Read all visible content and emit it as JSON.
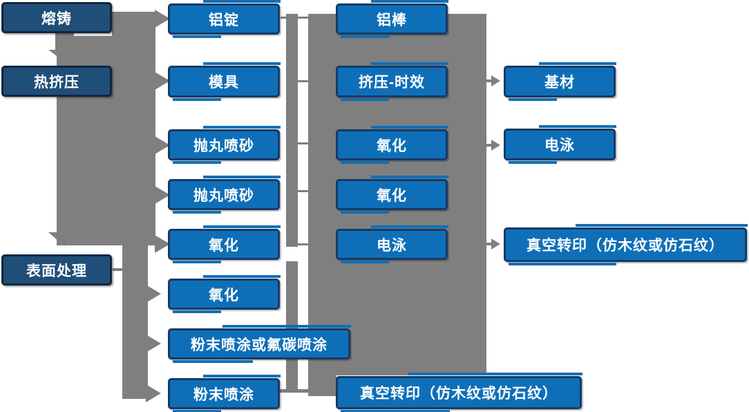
{
  "diagram": {
    "description_colors": {
      "dark_box_fill": "#1F4E79",
      "bright_box_fill": "#0E6FB8",
      "box_border": "#173A63",
      "connector_gray": "#7F7F7F",
      "label_text": "#FFFFFF"
    },
    "nodes": [
      {
        "label": "熔铸",
        "type": "dark"
      },
      {
        "label": "热挤压",
        "type": "dark"
      },
      {
        "label": "表面处理",
        "type": "dark"
      },
      {
        "label": "铝锭",
        "type": "bright"
      },
      {
        "label": "模具",
        "type": "bright"
      },
      {
        "label": "抛丸喷砂",
        "type": "bright"
      },
      {
        "label": "抛丸喷砂",
        "type": "bright"
      },
      {
        "label": "氧化",
        "type": "bright"
      },
      {
        "label": "氧化",
        "type": "bright"
      },
      {
        "label": "粉末喷涂或氟碳喷涂",
        "type": "bright"
      },
      {
        "label": "粉末喷涂",
        "type": "bright"
      },
      {
        "label": "铝棒",
        "type": "bright"
      },
      {
        "label": "挤压-时效",
        "type": "bright"
      },
      {
        "label": "氧化",
        "type": "bright"
      },
      {
        "label": "氧化",
        "type": "bright"
      },
      {
        "label": "电泳",
        "type": "bright"
      },
      {
        "label": "基材",
        "type": "bright"
      },
      {
        "label": "电泳",
        "type": "bright"
      },
      {
        "label": "真空转印（仿木纹或仿石纹）",
        "type": "bright"
      },
      {
        "label": "真空转印（仿木纹或仿石纹）",
        "type": "bright"
      }
    ]
  }
}
